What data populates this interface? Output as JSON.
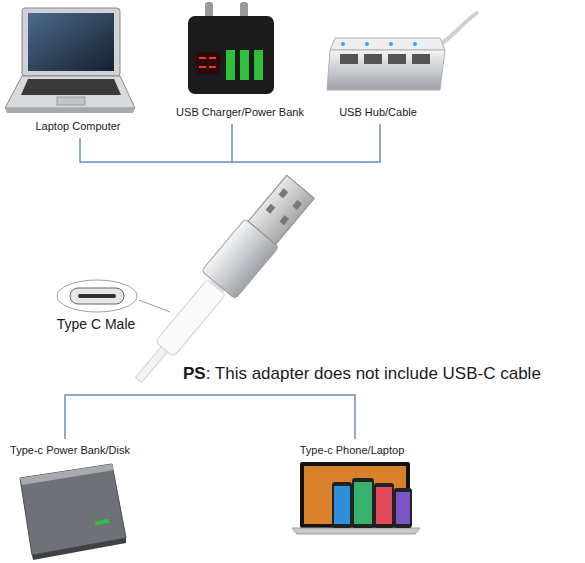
{
  "diagram": {
    "labels": [
      "Laptop Computer",
      "USB Charger/Power Bank",
      "USB Hub/Cable",
      "Type C Male",
      "PS",
      ": This adapter does not include USB-C cable",
      "Type-c Power Bank/Disk",
      "Type-c Phone/Laptop"
    ]
  }
}
